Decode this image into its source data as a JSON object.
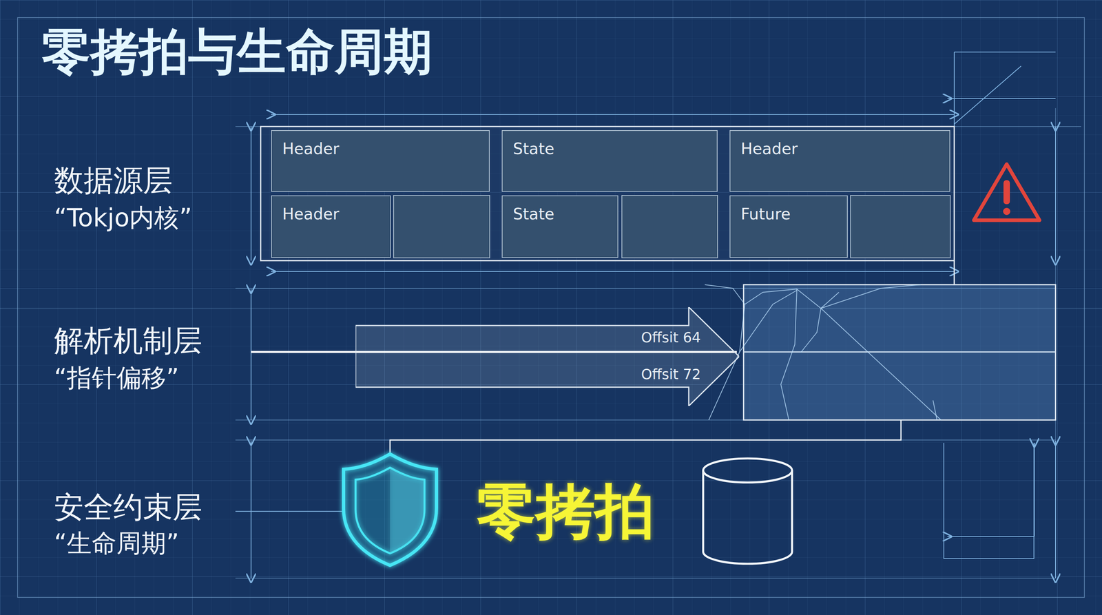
{
  "diagram": {
    "title": "零拷拍与生命周期",
    "nodes": [
      {
        "text": [
          "Header"
        ]
      },
      {
        "text": [
          "State"
        ]
      },
      {
        "text": [
          "Header"
        ]
      },
      {
        "text": [
          "Header"
        ]
      },
      {
        "text": [
          "State"
        ]
      },
      {
        "text": [
          "Future"
        ]
      },
      {
        "text": [
          "Offsit 64",
          "Offsit 72"
        ]
      }
    ],
    "labels": [
      "数据源层",
      "“Tokjo内核”",
      "解析机制层",
      "“指针偏移”",
      "安全约束层",
      "“生命周期”",
      "零拷拍"
    ]
  }
}
